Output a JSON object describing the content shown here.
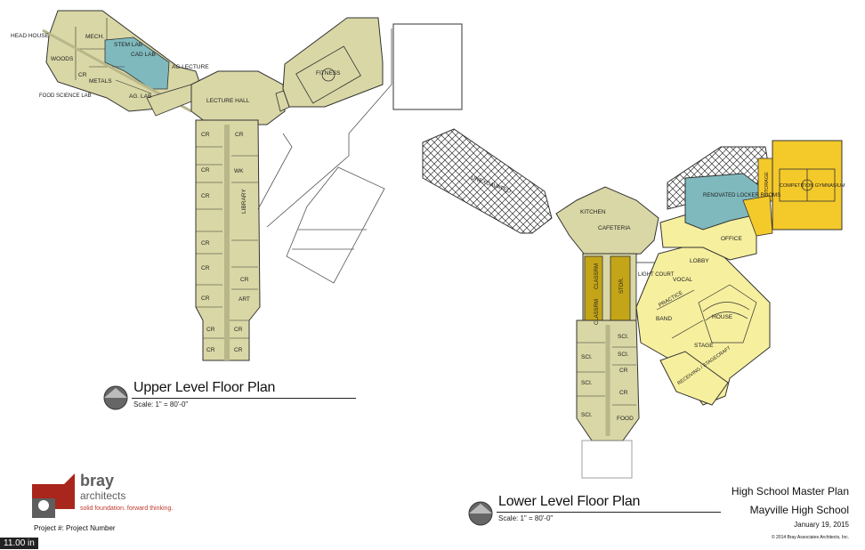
{
  "upper_plan": {
    "title": "Upper Level Floor Plan",
    "scale": "Scale: 1\" = 80'-0\"",
    "rooms": {
      "head_house": "HEAD HOUSE",
      "mech": "MECH.",
      "stem_lab": "STEM LAB",
      "cad_lab": "CAD LAB",
      "ag_lecture": "AG LECTURE",
      "woods": "WOODS",
      "cr": "CR",
      "metals": "METALS",
      "food_science_lab": "FOOD SCIENCE LAB",
      "ag_lab": "AG. LAB",
      "lecture_hall": "LECTURE HALL",
      "wk": "WK",
      "library": "LIBRARY",
      "art": "ART",
      "fitness": "FITNESS"
    }
  },
  "lower_plan": {
    "title": "Lower Level Floor Plan",
    "scale": "Scale: 1\" = 80'-0\"",
    "rooms": {
      "unexcavated": "UNEXCAVATED",
      "kitchen": "KITCHEN",
      "cafeteria": "CAFETERIA",
      "classrm": "CLASSRM",
      "stor": "STOR.",
      "light_court": "LIGHT COURT",
      "lobby": "LOBBY",
      "vocal": "VOCAL",
      "practice": "PRACTICE",
      "office": "OFFICE",
      "band": "BAND",
      "house": "HOUSE",
      "stage": "STAGE",
      "receiving": "RECEIVING / STAGECRAFT",
      "renovated": "RENOVATED LOCKER ROOMS",
      "storage": "STORAGE",
      "competition_gym": "COMPETITION GYMNASIUM",
      "sci": "SCI.",
      "cr": "CR",
      "food": "FOOD"
    }
  },
  "project": {
    "name": "High School Master Plan",
    "school": "Mayville High School",
    "date": "January 19, 2015",
    "copyright": "© 2014 Bray Associates Architects, Inc.",
    "project_number": "Project #: Project Number",
    "measure": "11.00 in"
  },
  "logo": {
    "word1": "bray",
    "word2": "architects",
    "tagline": "solid foundation. forward thinking."
  },
  "colors": {
    "room_fill": "#d9d7a5",
    "stroke": "#333333",
    "teal": "#7fb9bd",
    "olive": "#c4a518",
    "yellow": "#f4c92a",
    "pale_yellow": "#f6ef9e",
    "logo_red": "#a8261c",
    "logo_gray": "#5e5e5e"
  }
}
